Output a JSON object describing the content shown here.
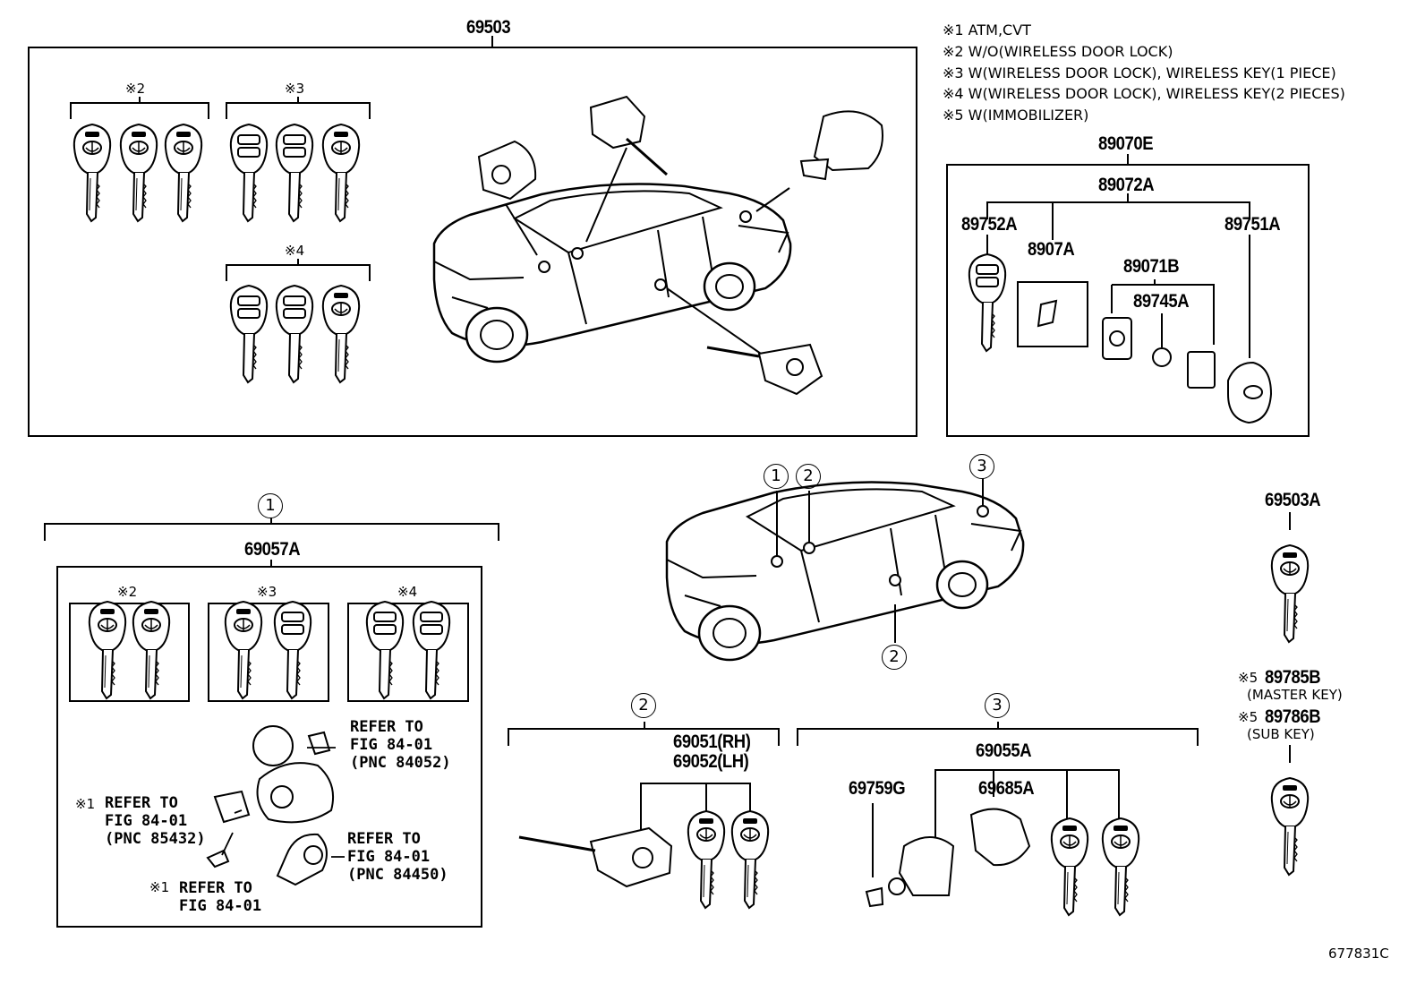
{
  "notes": [
    "※1 ATM,CVT",
    "※2 W/O(WIRELESS DOOR LOCK)",
    "※3 W(WIRELESS DOOR LOCK), WIRELESS KEY(1 PIECE)",
    "※4 W(WIRELESS DOOR LOCK), WIRELESS KEY(2 PIECES)",
    "※5 W(IMMOBILIZER)"
  ],
  "parts": {
    "p69503": "69503",
    "p89070E": "89070E",
    "p89072A": "89072A",
    "p89752A": "89752A",
    "p8907A": "8907A",
    "p89751A": "89751A",
    "p89071B": "89071B",
    "p89745A": "89745A",
    "p69057A": "69057A",
    "p69503A": "69503A",
    "p89785B": "89785B",
    "p89786B": "89786B",
    "p69051": "69051(RH)",
    "p69052": "69052(LH)",
    "p69055A": "69055A",
    "p69759G": "69759G",
    "p69685A": "69685A"
  },
  "marks": {
    "m2": "※2",
    "m3": "※3",
    "m4": "※4",
    "m1": "※1",
    "m5": "※5"
  },
  "circles": {
    "c1": "1",
    "c2": "2",
    "c3": "3"
  },
  "refs": {
    "r1": "REFER TO\nFIG 84-01\n(PNC 84052)",
    "r2": "REFER TO\nFIG 84-01\n(PNC 85432)",
    "r3": "REFER TO\nFIG 84-01\n(PNC 84450)",
    "r4": "REFER TO\nFIG 84-01"
  },
  "key_notes": {
    "master": "(MASTER KEY)",
    "sub": "(SUB KEY)"
  },
  "figure_id": "677831C"
}
